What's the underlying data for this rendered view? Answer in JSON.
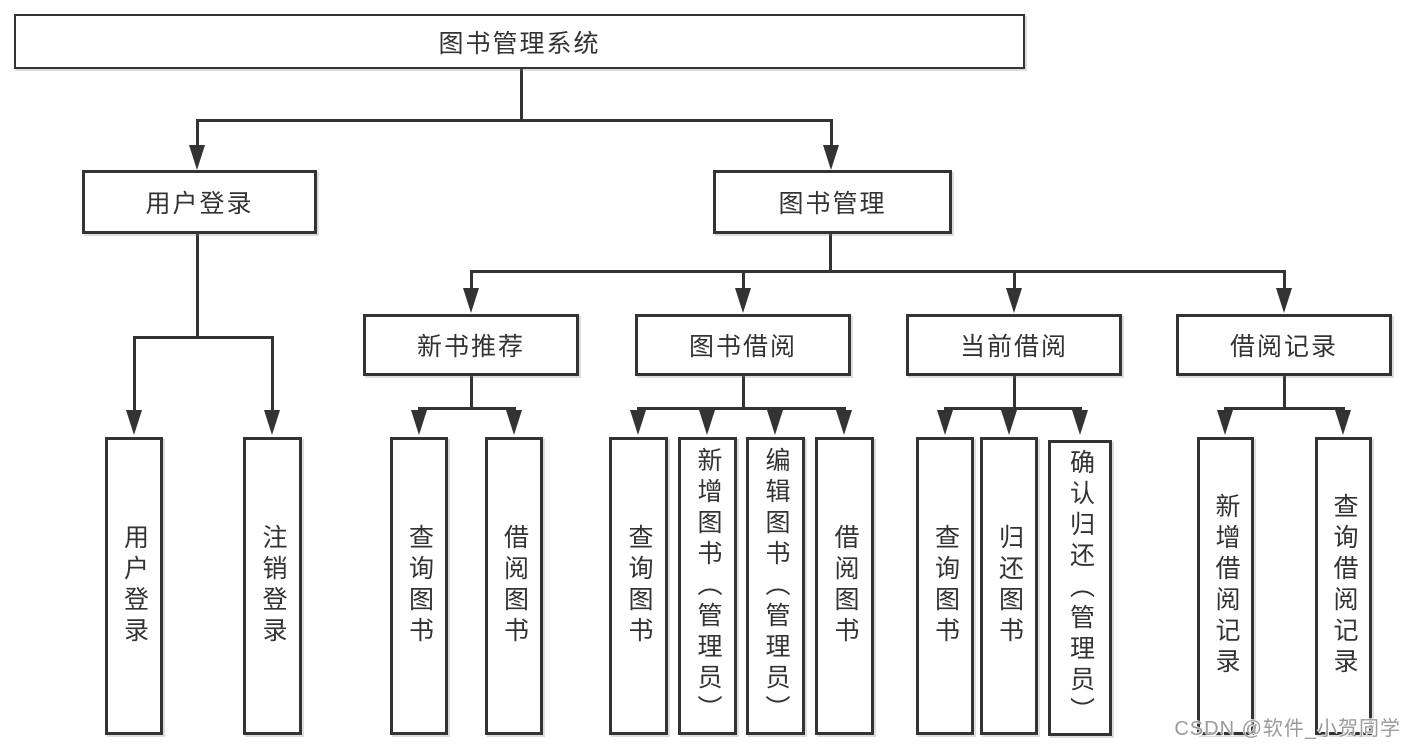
{
  "tree": {
    "label": "图书管理系统",
    "children": [
      {
        "label": "用户登录",
        "children": [
          {
            "label": "用户登录"
          },
          {
            "label": "注销登录"
          }
        ]
      },
      {
        "label": "图书管理",
        "children": [
          {
            "label": "新书推荐",
            "children": [
              {
                "label": "查询图书"
              },
              {
                "label": "借阅图书"
              }
            ]
          },
          {
            "label": "图书借阅",
            "children": [
              {
                "label": "查询图书"
              },
              {
                "label": "新增图书（管理员）"
              },
              {
                "label": "编辑图书（管理员）"
              },
              {
                "label": "借阅图书"
              }
            ]
          },
          {
            "label": "当前借阅",
            "children": [
              {
                "label": "查询图书"
              },
              {
                "label": "归还图书"
              },
              {
                "label": "确认归还（管理员）"
              }
            ]
          },
          {
            "label": "借阅记录",
            "children": [
              {
                "label": "新增借阅记录"
              },
              {
                "label": "查询借阅记录"
              }
            ]
          }
        ]
      }
    ]
  },
  "watermark": "CSDN @软件_小贺同学",
  "colors": {
    "line": "#333333",
    "text": "#333333",
    "background": "#ffffff",
    "watermark": "#9b9b9b"
  }
}
